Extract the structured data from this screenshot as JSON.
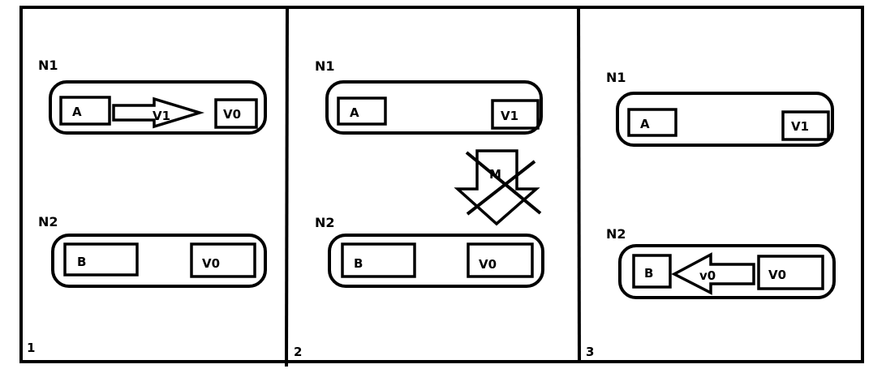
{
  "panels": [
    {
      "number": "1",
      "node1": {
        "label": "N1",
        "box_left": "A",
        "arrow_label": "V1",
        "box_right": "V0"
      },
      "node2": {
        "label": "N2",
        "box_left": "B",
        "box_right": "V0"
      }
    },
    {
      "number": "2",
      "node1": {
        "label": "N1",
        "box_left": "A",
        "box_right": "V1"
      },
      "blocked_arrow_label": "M",
      "node2": {
        "label": "N2",
        "box_left": "B",
        "box_right": "V0"
      }
    },
    {
      "number": "3",
      "node1": {
        "label": "N1",
        "box_left": "A",
        "box_right": "V1"
      },
      "node2": {
        "label": "N2",
        "box_left": "B",
        "arrow_label": "v0",
        "box_right": "V0"
      }
    }
  ],
  "colors": {
    "ink": "#000000",
    "background": "#ffffff"
  }
}
